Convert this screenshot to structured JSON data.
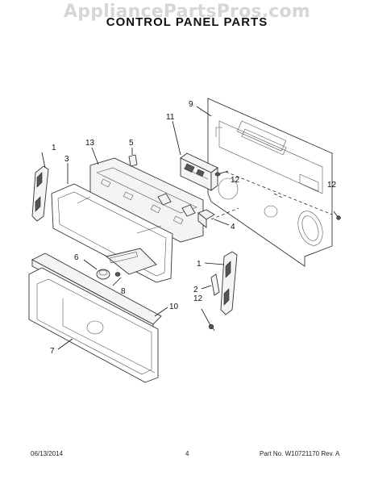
{
  "header": {
    "watermark": "AppliancePartsPros.com",
    "title": "CONTROL PANEL PARTS"
  },
  "callouts": {
    "c1_left": "1",
    "c3": "3",
    "c13": "13",
    "c5": "5",
    "c11": "11",
    "c9": "9",
    "c12_upper": "12",
    "c12_right": "12",
    "c4": "4",
    "c6": "6",
    "c1_right": "1",
    "c8": "8",
    "c2": "2",
    "c12_lower": "12",
    "c10": "10",
    "c7": "7"
  },
  "footer": {
    "date": "06/13/2014",
    "page": "4",
    "part_number": "Part No. W10721170  Rev. A"
  }
}
